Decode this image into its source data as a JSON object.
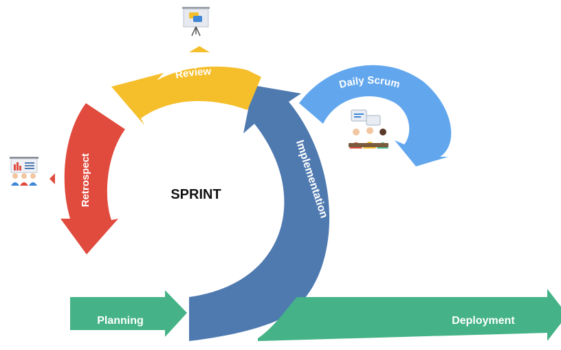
{
  "center_label": "SPRINT",
  "phases": {
    "review": "Review",
    "retrospect": "Retrospect",
    "implementation": "Implementation",
    "daily_scrum": "Daily Scrum",
    "planning": "Planning",
    "deployment": "Deployment"
  },
  "colors": {
    "review": "#F5BE2B",
    "retrospect": "#E04B3E",
    "implementation": "#4F7AB0",
    "daily_scrum": "#62A7EE",
    "planning": "#45B387",
    "deployment": "#45B387"
  },
  "icons": {
    "review": "presentation-board-icon",
    "retrospect": "team-meeting-chart-icon",
    "daily_scrum": "team-discussion-icon"
  }
}
